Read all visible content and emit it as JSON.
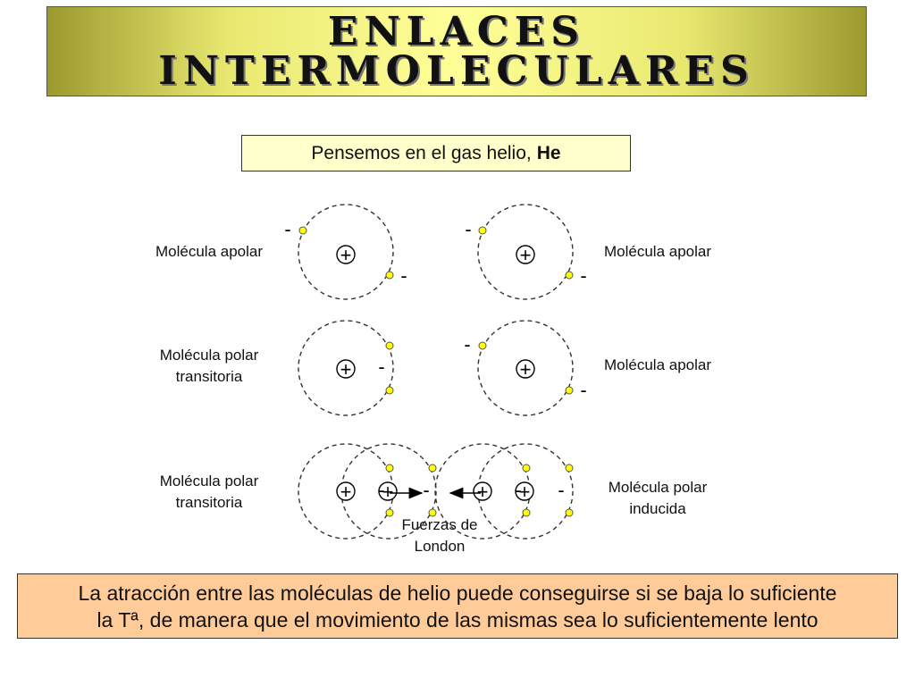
{
  "title": {
    "line1": "Enlaces",
    "line2": "intermoleculares"
  },
  "subtitle": {
    "text": "Pensemos en el gas helio, ",
    "bold": "He"
  },
  "row1": {
    "left_label": "Molécula apolar",
    "right_label": "Molécula apolar"
  },
  "row2": {
    "left_label_line1": "Molécula polar",
    "left_label_line2": "transitoria",
    "right_label": "Molécula apolar"
  },
  "row3": {
    "left_label_line1": "Molécula polar",
    "left_label_line2": "transitoria",
    "right_label_line1": "Molécula polar",
    "right_label_line2": "inducida",
    "forces_line1": "Fuerzas de",
    "forces_line2": "London"
  },
  "symbols": {
    "plus": "+",
    "minus": "-"
  },
  "bottom": {
    "line1": "La atracción entre las moléculas de helio puede conseguirse si se baja lo suficiente",
    "line2": "la Tª, de manera que el movimiento de las mismas sea lo suficientemente lento"
  },
  "colors": {
    "electron": "#ffff00",
    "title_bg": "#ffff99",
    "bottom_bg": "#ffcc99",
    "subtitle_bg": "#ffffcc"
  }
}
